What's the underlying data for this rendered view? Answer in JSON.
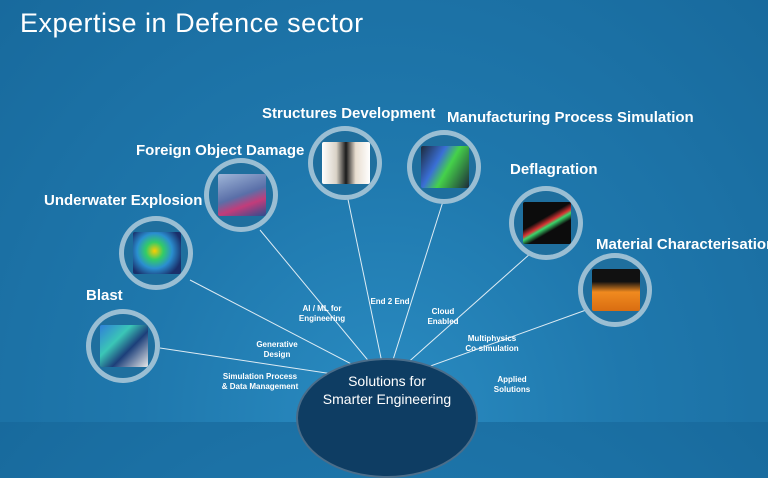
{
  "title": "Expertise in Defence sector",
  "hub": "Solutions for\nSmarter Engineering",
  "nodes": [
    {
      "label": "Blast"
    },
    {
      "label": "Underwater Explosion"
    },
    {
      "label": "Foreign Object Damage"
    },
    {
      "label": "Structures Development"
    },
    {
      "label": "Manufacturing Process Simulation"
    },
    {
      "label": "Deflagration"
    },
    {
      "label": "Material Characterisation"
    }
  ],
  "spokes": [
    "Simulation Process\n& Data Management",
    "Generative\nDesign",
    "AI / ML for\nEngineering",
    "End 2 End",
    "Cloud\nEnabled",
    "Multiphysics\nCo-simulation",
    "Applied\nSolutions"
  ]
}
